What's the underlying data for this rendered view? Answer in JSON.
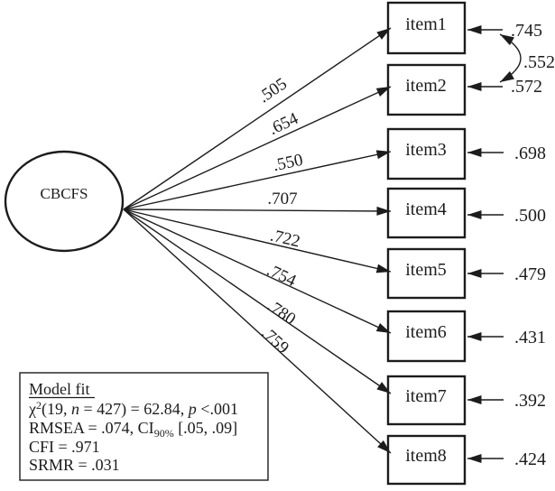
{
  "diagram": {
    "latent": {
      "label": "CBCFS"
    },
    "items": [
      {
        "label": "item1",
        "loading": ".505",
        "error": ".745"
      },
      {
        "label": "item2",
        "loading": ".654",
        "error": ".572"
      },
      {
        "label": "item3",
        "loading": ".550",
        "error": ".698"
      },
      {
        "label": "item4",
        "loading": ".707",
        "error": ".500"
      },
      {
        "label": "item5",
        "loading": ".722",
        "error": ".479"
      },
      {
        "label": "item6",
        "loading": ".754",
        "error": ".431"
      },
      {
        "label": "item7",
        "loading": ".780",
        "error": ".392"
      },
      {
        "label": "item8",
        "loading": ".759",
        "error": ".424"
      }
    ],
    "error_covariance": {
      "value": ".552"
    },
    "model_fit": {
      "title": "Model fit",
      "chi": {
        "p0": "χ",
        "p1": "2",
        "p2": "(19, ",
        "p3": "n",
        "p4": " = 427) = 62.84, ",
        "p5": "p",
        "p6": " <.001"
      },
      "rmsea": {
        "p0": "RMSEA = .074, CI",
        "p1": "90%",
        "p2": " [.05, .09]"
      },
      "cfi": "CFI = .971",
      "srmr": "SRMR = .031"
    }
  }
}
